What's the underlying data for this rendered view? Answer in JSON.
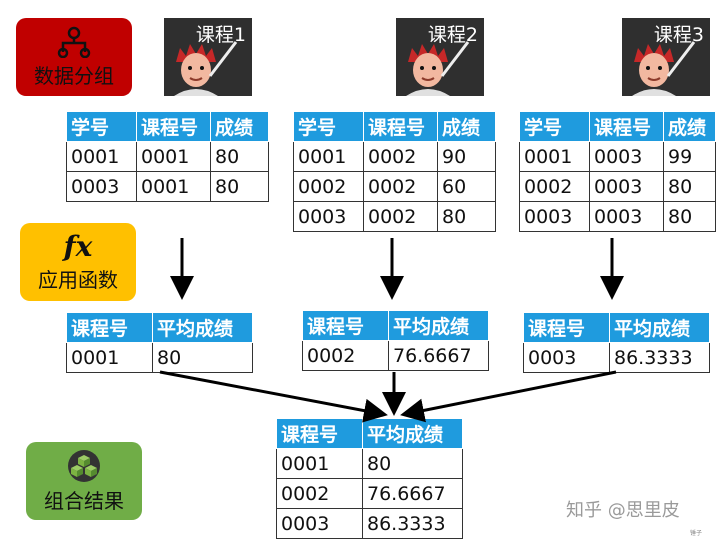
{
  "badges": {
    "group": {
      "label": "数据分组",
      "color": "#c00000"
    },
    "apply": {
      "glyph": "fx",
      "label": "应用函数",
      "color": "#ffc000"
    },
    "combine": {
      "label": "组合结果",
      "color": "#70ad47"
    }
  },
  "courses": [
    {
      "label": "课程1"
    },
    {
      "label": "课程2"
    },
    {
      "label": "课程3"
    }
  ],
  "group_tables": [
    {
      "headers": [
        "学号",
        "课程号",
        "成绩"
      ],
      "rows": [
        [
          "0001",
          "0001",
          "80"
        ],
        [
          "0003",
          "0001",
          "80"
        ]
      ]
    },
    {
      "headers": [
        "学号",
        "课程号",
        "成绩"
      ],
      "rows": [
        [
          "0001",
          "0002",
          "90"
        ],
        [
          "0002",
          "0002",
          "60"
        ],
        [
          "0003",
          "0002",
          "80"
        ]
      ]
    },
    {
      "headers": [
        "学号",
        "课程号",
        "成绩"
      ],
      "rows": [
        [
          "0001",
          "0003",
          "99"
        ],
        [
          "0002",
          "0003",
          "80"
        ],
        [
          "0003",
          "0003",
          "80"
        ]
      ]
    }
  ],
  "apply_tables": [
    {
      "headers": [
        "课程号",
        "平均成绩"
      ],
      "rows": [
        [
          "0001",
          "80"
        ]
      ]
    },
    {
      "headers": [
        "课程号",
        "平均成绩"
      ],
      "rows": [
        [
          "0002",
          "76.6667"
        ]
      ]
    },
    {
      "headers": [
        "课程号",
        "平均成绩"
      ],
      "rows": [
        [
          "0003",
          "86.3333"
        ]
      ]
    }
  ],
  "result_table": {
    "headers": [
      "课程号",
      "平均成绩"
    ],
    "rows": [
      [
        "0001",
        "80"
      ],
      [
        "0002",
        "76.6667"
      ],
      [
        "0003",
        "86.3333"
      ]
    ]
  },
  "watermark": "知乎 @思里皮",
  "tiny_mark": "锤子",
  "colors": {
    "header_bg": "#1f9bde",
    "card_bg": "#2f2f2f",
    "arrow": "#000000"
  }
}
